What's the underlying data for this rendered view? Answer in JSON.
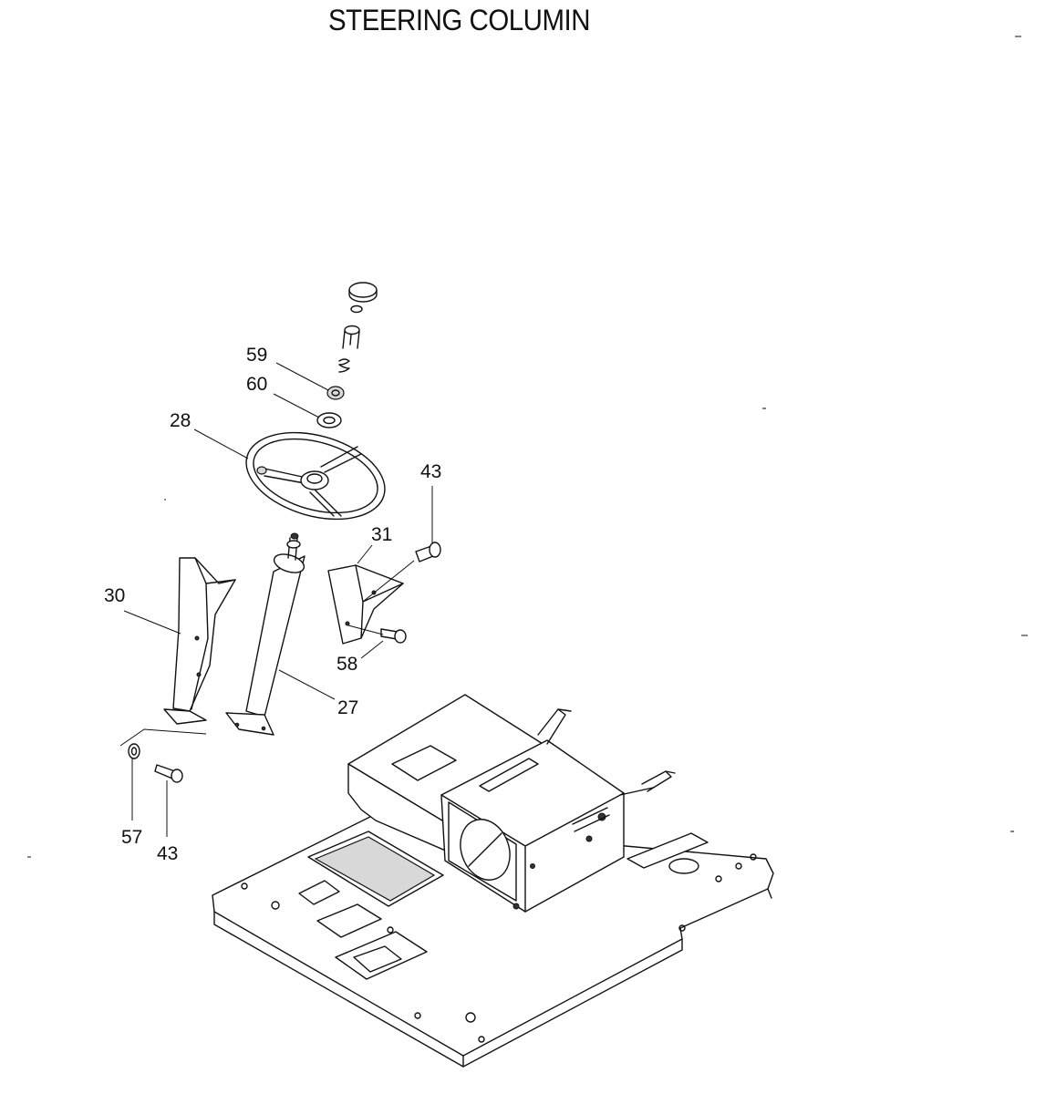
{
  "title": "STEERING COLUMIN",
  "callouts": {
    "c59": "59",
    "c60": "60",
    "c28": "28",
    "c43a": "43",
    "c31": "31",
    "c30": "30",
    "c58": "58",
    "c27": "27",
    "c57": "57",
    "c43b": "43"
  }
}
